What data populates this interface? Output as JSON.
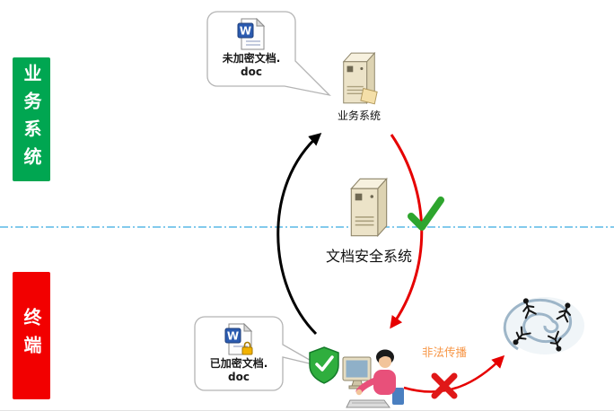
{
  "zones": {
    "business": {
      "label": "业务系统",
      "color": "#00a651"
    },
    "terminal": {
      "label": "终端",
      "color": "#f20000"
    }
  },
  "separator": {
    "color": "#58b8e6",
    "style": "dash-dot"
  },
  "callouts": {
    "unencrypted": {
      "line1": "未加密文档.",
      "line2": "doc",
      "icon": "word-document-icon"
    },
    "encrypted": {
      "line1": "已加密文档.",
      "line2": "doc",
      "icon": "word-document-locked-icon"
    }
  },
  "nodes": {
    "business_server": {
      "label": "业务系统",
      "icon": "server-icon"
    },
    "security_server": {
      "label": "文档安全系统",
      "icon": "server-icon"
    },
    "workstation": {
      "icon": "person-at-computer-icon"
    },
    "leak_target": {
      "icon": "people-swirl-icon"
    }
  },
  "annotations": {
    "illegal_spread": {
      "label": "非法传播",
      "color": "#f79646"
    },
    "allowed": {
      "icon": "green-check-icon",
      "color": "#2ea52e"
    },
    "blocked": {
      "icon": "red-x-icon",
      "color": "#e01818"
    }
  },
  "arrows": {
    "upload": {
      "color": "#000000",
      "from": "workstation",
      "to": "business_server"
    },
    "download": {
      "color": "#e60000",
      "from": "business_server",
      "to": "workstation"
    },
    "leak": {
      "color": "#e60000",
      "from": "workstation",
      "to": "leak_target"
    }
  }
}
